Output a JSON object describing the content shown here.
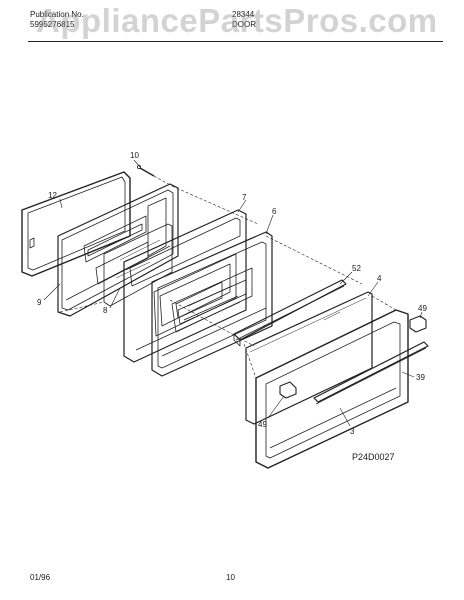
{
  "header": {
    "publication_label": "Publication No.",
    "publication_number": "5995276815",
    "model": "28344",
    "section": "DOOR"
  },
  "watermark": "AppliancePartsPros.com",
  "callouts": [
    {
      "id": "c10",
      "label": "10"
    },
    {
      "id": "c12",
      "label": "12"
    },
    {
      "id": "c7",
      "label": "7"
    },
    {
      "id": "c6",
      "label": "6"
    },
    {
      "id": "c9",
      "label": "9"
    },
    {
      "id": "c8",
      "label": "8"
    },
    {
      "id": "c52",
      "label": "52"
    },
    {
      "id": "c4",
      "label": "4"
    },
    {
      "id": "c49a",
      "label": "49"
    },
    {
      "id": "c39",
      "label": "39"
    },
    {
      "id": "c49b",
      "label": "49"
    },
    {
      "id": "c3",
      "label": "3"
    }
  ],
  "diagram_code": "P24D0027",
  "footer": {
    "date": "01/96",
    "page": "10"
  }
}
